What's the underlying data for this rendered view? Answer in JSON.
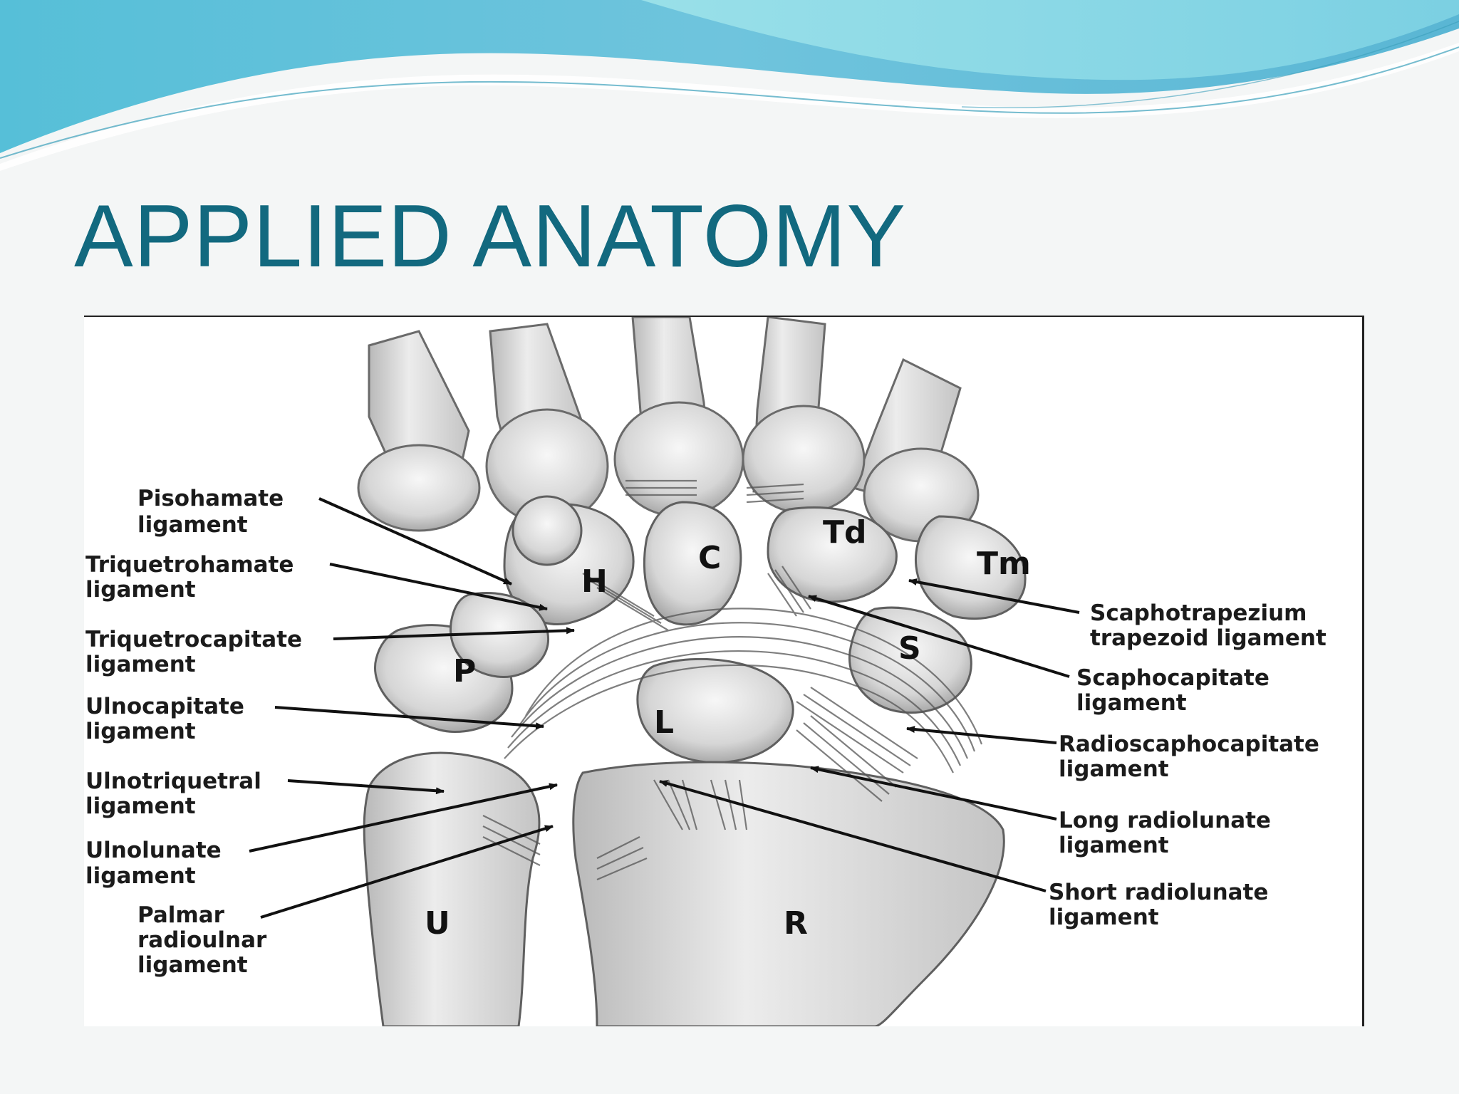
{
  "slide": {
    "title": "APPLIED ANATOMY",
    "colors": {
      "title": "#12697f",
      "banner_dark": "#4cb0cf",
      "banner_light": "#9fe2ea"
    }
  },
  "bones": {
    "H": "H",
    "C": "C",
    "Td": "Td",
    "Tm": "Tm",
    "P": "P",
    "S": "S",
    "L": "L",
    "U": "U",
    "R": "R"
  },
  "labels_left": [
    {
      "line1": "Pisohamate",
      "line2": "ligament"
    },
    {
      "line1": "Triquetrohamate",
      "line2": "ligament"
    },
    {
      "line1": "Triquetrocapitate",
      "line2": "ligament"
    },
    {
      "line1": "Ulnocapitate",
      "line2": "ligament"
    },
    {
      "line1": "Ulnotriquetral",
      "line2": "ligament"
    },
    {
      "line1": "Ulnolunate",
      "line2": "ligament"
    },
    {
      "line1": "Palmar",
      "line2": "radioulnar",
      "line3": "ligament"
    }
  ],
  "labels_right": [
    {
      "line1": "Scaphotrapezium",
      "line2": "trapezoid ligament"
    },
    {
      "line1": "Scaphocapitate",
      "line2": "ligament"
    },
    {
      "line1": "Radioscaphocapitate",
      "line2": "ligament"
    },
    {
      "line1": "Long radiolunate",
      "line2": "ligament"
    },
    {
      "line1": "Short radiolunate",
      "line2": "ligament"
    }
  ]
}
